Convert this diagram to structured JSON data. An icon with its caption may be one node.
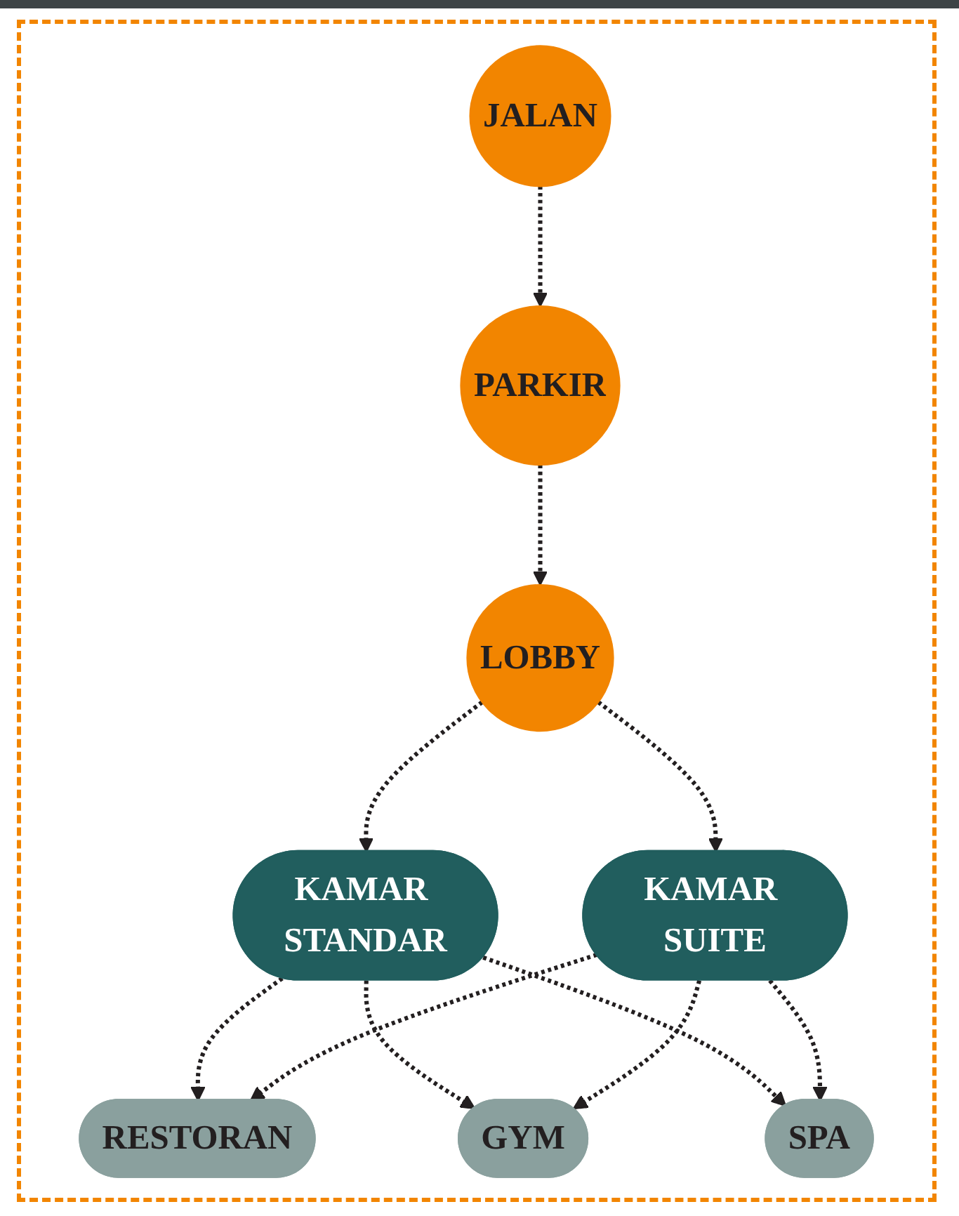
{
  "diagram": {
    "nodes": [
      {
        "text": [
          "JALAN"
        ]
      },
      {
        "text": [
          "PARKIR"
        ]
      },
      {
        "text": [
          "LOBBY"
        ]
      },
      {
        "text": [
          "KAMAR STANDAR"
        ]
      },
      {
        "text": [
          "KAMAR SUITE"
        ]
      },
      {
        "text": [
          "RESTORAN"
        ]
      },
      {
        "text": [
          "GYM"
        ]
      },
      {
        "text": [
          "SPA"
        ]
      }
    ],
    "edges": [
      {
        "from": 0,
        "to": 1,
        "arrow": "to",
        "style": "dashed"
      },
      {
        "from": 1,
        "to": 2,
        "arrow": "to",
        "style": "dashed"
      },
      {
        "from": 2,
        "to": 3,
        "arrow": "to",
        "style": "dashed"
      },
      {
        "from": 2,
        "to": 4,
        "arrow": "to",
        "style": "dashed"
      },
      {
        "from": 3,
        "to": 5,
        "arrow": "to",
        "style": "dashed"
      },
      {
        "from": 3,
        "to": 6,
        "arrow": "to",
        "style": "dashed"
      },
      {
        "from": 3,
        "to": 7,
        "arrow": "to",
        "style": "dashed"
      },
      {
        "from": 4,
        "to": 5,
        "arrow": "to",
        "style": "dashed"
      },
      {
        "from": 4,
        "to": 6,
        "arrow": "to",
        "style": "dashed"
      },
      {
        "from": 4,
        "to": 7,
        "arrow": "to",
        "style": "dashed"
      }
    ]
  }
}
